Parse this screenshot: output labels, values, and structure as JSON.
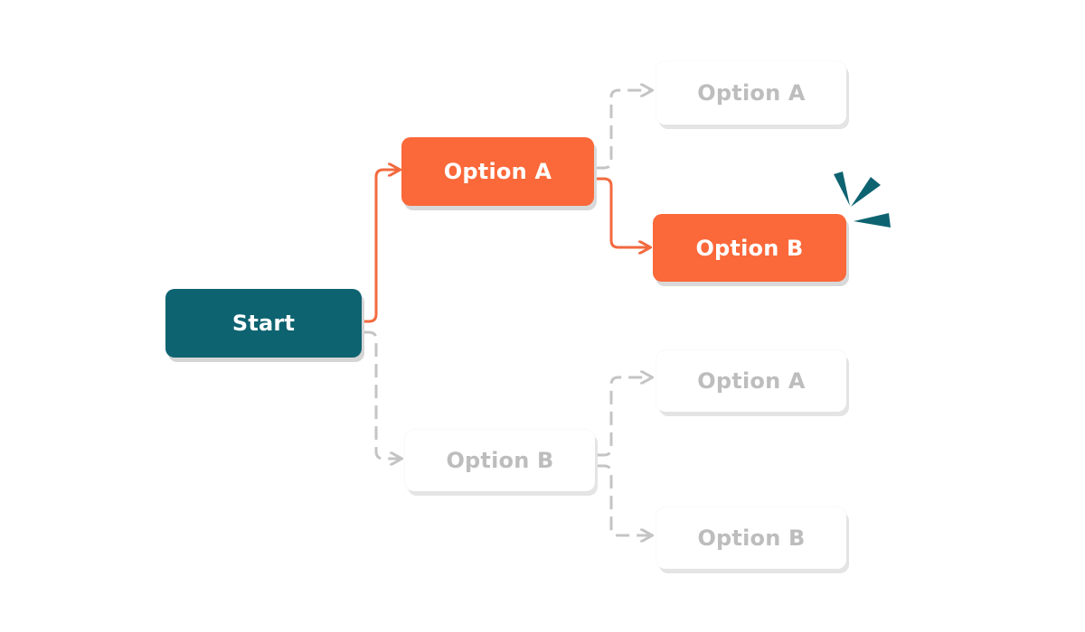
{
  "diagram": {
    "start": {
      "label": "Start"
    },
    "branch_a": {
      "label": "Option A",
      "children": [
        {
          "label": "Option A"
        },
        {
          "label": "Option B"
        }
      ]
    },
    "branch_b": {
      "label": "Option B",
      "children": [
        {
          "label": "Option A"
        },
        {
          "label": "Option B"
        }
      ]
    },
    "selected_path": [
      "Start",
      "Option A",
      "Option B"
    ]
  },
  "colors": {
    "start_fill": "#0e6371",
    "active_fill": "#fb6839",
    "active_connector": "#f26a3f",
    "inactive_text": "#bdbdbd",
    "inactive_connector": "#c4c4c4",
    "sparkle": "#0e6371"
  }
}
